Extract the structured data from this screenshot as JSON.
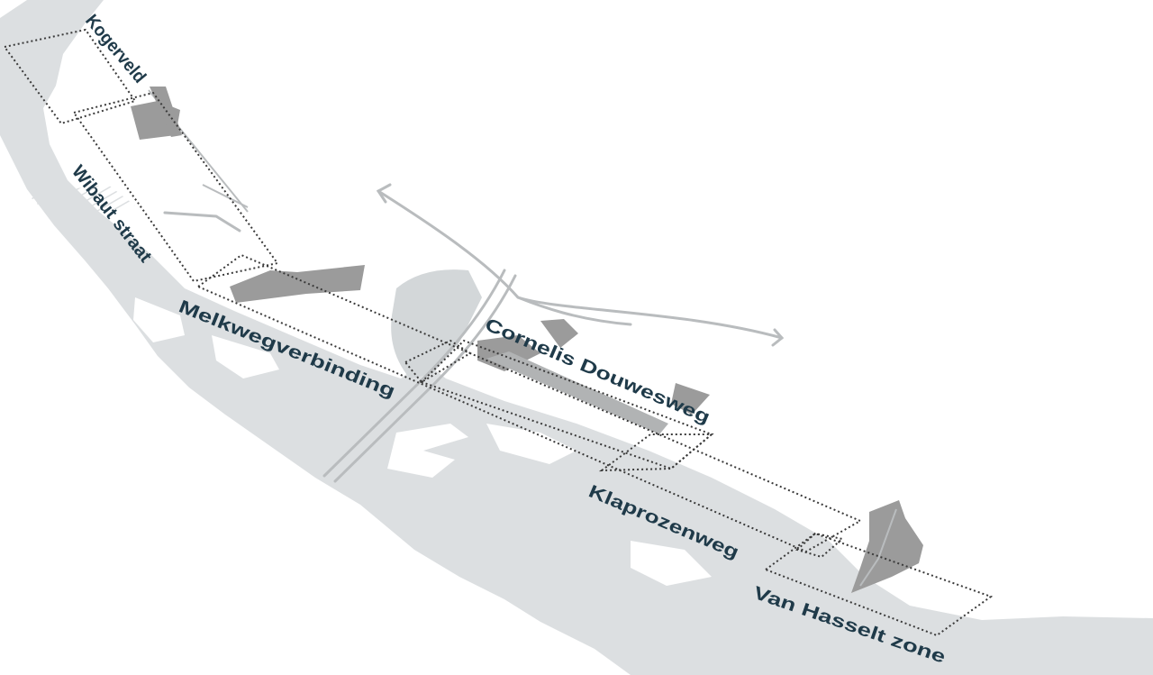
{
  "map": {
    "labels": {
      "kogerveld": "Kogerveld",
      "wibaut": "Wibaut straat",
      "melkweg": "Melkwegverbinding",
      "cornelis": "Cornelis Douwesweg",
      "klaprozen": "Klaprozenweg",
      "vanhasselt": "Van Hasselt zone"
    },
    "colors": {
      "water": "#dcdfe1",
      "building": "#9b9b9b",
      "road": "#b9bcbe",
      "zone_outline": "#3a3a3a",
      "label": "#1f3a49"
    }
  }
}
